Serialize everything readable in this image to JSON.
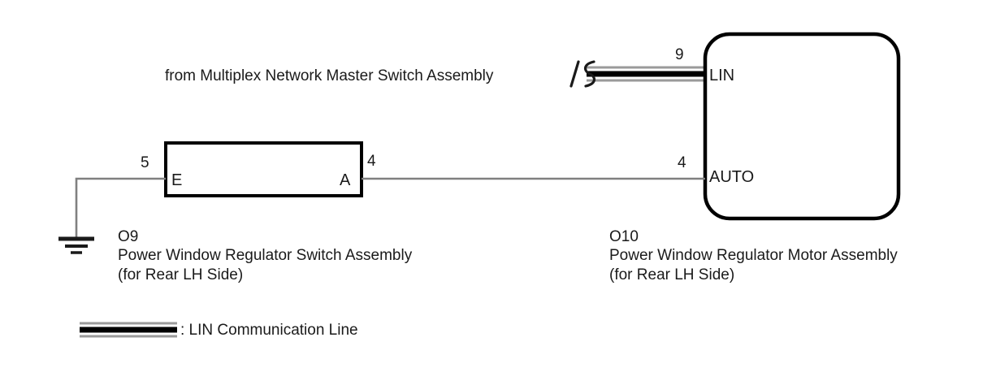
{
  "diagram": {
    "title_note": "from Multiplex Network Master Switch Assembly",
    "colors": {
      "line": "#808080",
      "box_border": "#000000",
      "lin_core": "#000000",
      "lin_edge": "#9a9a9a",
      "text": "#1a1a1a",
      "background": "#ffffff"
    },
    "source_connection": {
      "label": "from Multiplex Network Master Switch Assembly",
      "pin": "9",
      "line_type": "lin-communication-line",
      "break_symbol": "s-curve-break-icon"
    },
    "components": [
      {
        "id": "O9",
        "code": "O9",
        "name": "Power Window Regulator Switch Assembly",
        "qualifier": "(for Rear LH Side)",
        "shape": "rectangle",
        "terminals": [
          {
            "name": "E",
            "pin": "5",
            "side": "left"
          },
          {
            "name": "A",
            "pin": "4",
            "side": "right"
          }
        ]
      },
      {
        "id": "O10",
        "code": "O10",
        "name": "Power Window Regulator Motor Assembly",
        "qualifier": "(for Rear LH Side)",
        "shape": "rounded-rectangle",
        "terminals": [
          {
            "name": "LIN",
            "pin": "9",
            "side": "left"
          },
          {
            "name": "AUTO",
            "pin": "4",
            "side": "left"
          }
        ]
      }
    ],
    "ground": {
      "symbol": "ground-icon",
      "connected_to": "O9 terminal E (pin 5)"
    },
    "wires": [
      {
        "from": "ground",
        "to": "O9.E",
        "pin": "5",
        "type": "plain"
      },
      {
        "from": "O9.A",
        "to": "O10.AUTO",
        "pins": "4 - 4",
        "type": "plain"
      },
      {
        "from": "Multiplex Network Master Switch Assembly",
        "to": "O10.LIN",
        "pin": "9",
        "type": "lin"
      }
    ],
    "legend": {
      "symbol": "lin-communication-line-icon",
      "text": ": LIN Communication Line"
    }
  }
}
